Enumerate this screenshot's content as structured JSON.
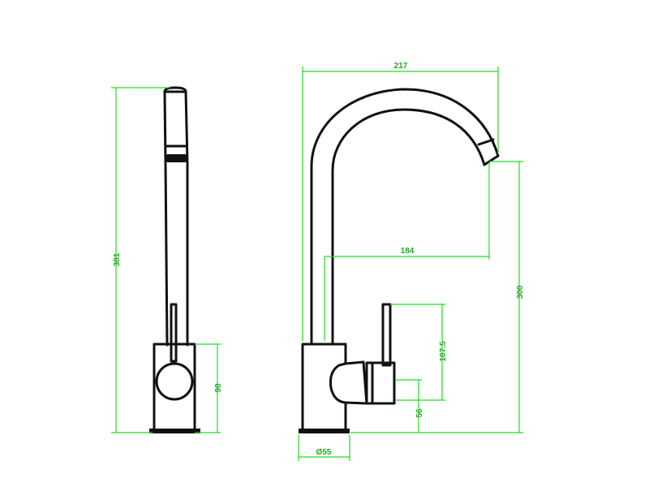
{
  "colors": {
    "outline": "#111111",
    "dimension": "#22dd22",
    "dimension_text": "#22aa22",
    "background": "#ffffff"
  },
  "side_view": {
    "height_label": "381",
    "base_height_label": "98"
  },
  "front_view": {
    "width_label": "217",
    "reach_label": "184",
    "spout_height_label": "300",
    "lever_height_label": "107.5",
    "handle_height_label": "56",
    "base_diameter_label": "Ø55"
  }
}
